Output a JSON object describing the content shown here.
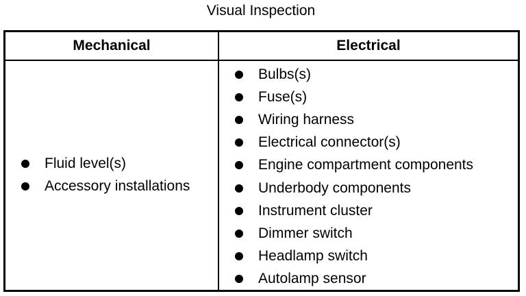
{
  "caption": "Visual Inspection",
  "table": {
    "headers": [
      "Mechanical",
      "Electrical"
    ],
    "mechanical": [
      "Fluid level(s)",
      "Accessory installations"
    ],
    "electrical": [
      "Bulbs(s)",
      "Fuse(s)",
      "Wiring harness",
      "Electrical connector(s)",
      "Engine compartment components",
      "Underbody components",
      "Instrument cluster",
      "Dimmer switch",
      "Headlamp switch",
      "Autolamp sensor"
    ]
  }
}
